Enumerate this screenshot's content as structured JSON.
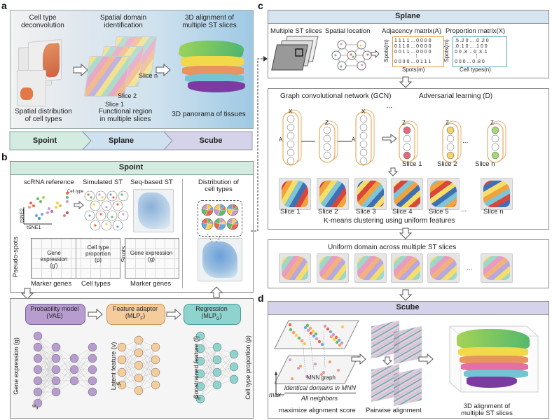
{
  "panels": {
    "a": "a",
    "b": "b",
    "c": "c",
    "d": "d"
  },
  "a": {
    "col1_title": "Cell type\ndeconvolution",
    "col1_caption": "Spatial distribution\nof cell types",
    "col2_title": "Spatial domain\nidentification",
    "col2_slice_n": "Slice n",
    "col2_slice_2": "Slice 2",
    "col2_slice_1": "Slice 1",
    "col2_caption": "Functional region\nin multiple slices",
    "col3_title": "3D alignment of\nmultiple ST slices",
    "col3_caption": "3D panorama of tissues",
    "steps": [
      "Spoint",
      "Splane",
      "Scube"
    ]
  },
  "b": {
    "header": "Spoint",
    "scrna": "scRNA  reference",
    "celltype_legend": "Cell type",
    "tsne2": "tSNE2",
    "tsne1": "tSNE1",
    "simulated": "Simulated ST",
    "seqbased": "Seq-based ST",
    "distribution": "Distribution of\ncell types",
    "pseudo_spots": "Pseudo-spots",
    "gene_expr_g1": "Gene expression\n(g')",
    "cell_type_prop": "Cell type\nproportion\n(p)",
    "spots": "Spots",
    "gene_expr_g": "Gene expression\n(g)",
    "marker_genes_1": "Marker genes",
    "cell_types": "Cell types",
    "marker_genes_2": "Marker genes",
    "prob_model": "Probability model\n(VAE)",
    "feature_adaptor": "Feature adaptor\n(MLP",
    "feature_adaptor_sub": "F",
    "regression": "Regression\n(MLP",
    "regression_sub": "G",
    "y_gene": "Gene expression (g)",
    "y_latent": "Latent feature (v)",
    "y_constrained": "Constrained feature (f)",
    "y_proportion": "Cell type proportion (p)",
    "w_labels": [
      "w",
      "w",
      "w"
    ],
    "w_subs": [
      "d",
      "f",
      "p"
    ]
  },
  "c": {
    "header": "Splane",
    "multi_slices": "Multiple ST slices",
    "spatial_location": "Spatial location",
    "adjacency": "Adjacency matrix(A)",
    "proportion": "Proportion matrix(X)",
    "adj_rows": [
      "1 1 1 1 ... 0 0 0 0",
      "0 1 1 0 ... 0 0 0 0",
      "0 0 1 1 ... 0 0 0 0",
      "⋮",
      "0 0 0 0 ... 0 1 1 1"
    ],
    "prop_rows": [
      ".5 .2  0  ...  .0 .2  0",
      ".0 .1  0  ...  .1 0  0",
      "0  0 .3  ...  0 .3 .1",
      "⋮",
      "0  0  0  ...  0 .8  0"
    ],
    "spots_m_adj_y": "Spots(m)",
    "spots_m_adj_x": "Spots(m)",
    "spots_m_prop_y": "Spots(m)",
    "cell_types_n": "Cell types(n)",
    "gcn": "Graph convolutional network (GCN)",
    "adversarial": "Adversarial learning (D)",
    "x_labels": [
      "X",
      "X"
    ],
    "z_labels": [
      "Z",
      "Z",
      "Z",
      "Z"
    ],
    "a_labels": [
      "A",
      "A"
    ],
    "dots": "...",
    "slice_labels_top": [
      "Slice 1",
      "Slice 2",
      "Slice n"
    ],
    "slice_labels_mid": [
      "Slice 1",
      "Slice 2",
      "Slice 3",
      "Slice 4",
      "Slice 5",
      "...",
      "Slice n"
    ],
    "kmeans": "K-means clustering using uniform features",
    "uniform": "Uniform domain across multiple ST slices",
    "uniform_dots": "..."
  },
  "d": {
    "header": "Scube",
    "mnn_graph": "MNN graph",
    "max": "max",
    "frac_num": "identical domains in MNN",
    "frac_den": "All neighbors",
    "maximize": "maximize alignment score",
    "pairwise": "Pairwise alignment",
    "final": "3D alignment of\nmultiple ST slices"
  },
  "colors": {
    "spoint": "#d3ebe0",
    "splane": "#cfe0ef",
    "scube": "#d5d3ea",
    "vae": "#b79ccf",
    "adaptor": "#f5cc9c",
    "regress": "#8fd3cf",
    "c_header": "#d6e4ef"
  }
}
